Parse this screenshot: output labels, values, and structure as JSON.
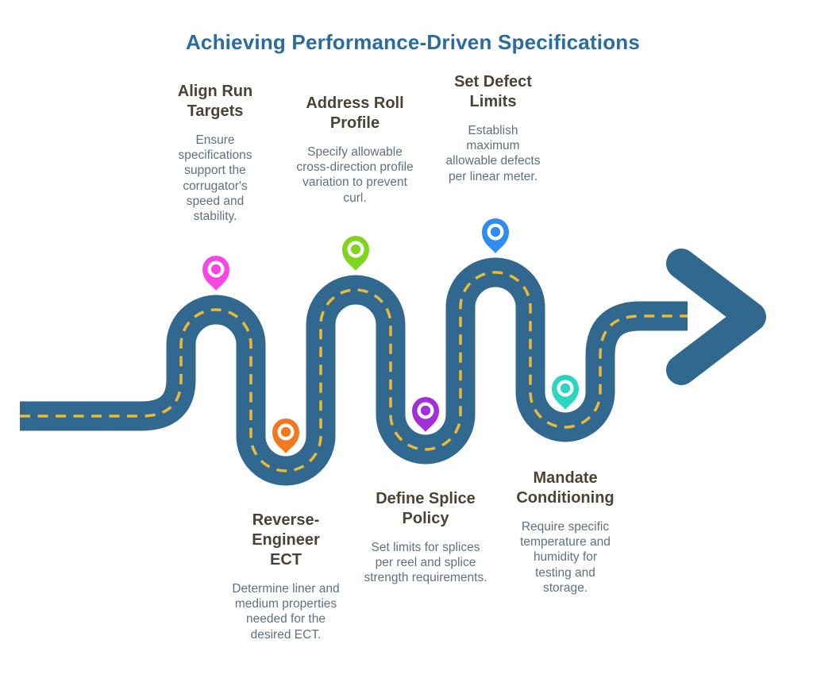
{
  "title": "Achieving Performance-Driven Specifications",
  "title_color": "#2B6C9E",
  "road": {
    "color": "#316890",
    "dash_color": "#E9B937"
  },
  "steps": [
    {
      "id": "align-run-targets",
      "title": "Align Run Targets",
      "description": "Ensure specifications support the corrugator's speed and stability.",
      "pin_color": "#F945E4",
      "position": "top"
    },
    {
      "id": "reverse-engineer-ect",
      "title": "Reverse-Engineer ECT",
      "description": "Determine liner and medium properties needed for the desired ECT.",
      "pin_color": "#F0791F",
      "position": "bottom"
    },
    {
      "id": "address-roll-profile",
      "title": "Address Roll Profile",
      "description": "Specify allowable cross-direction profile variation to prevent curl.",
      "pin_color": "#80D420",
      "position": "top"
    },
    {
      "id": "define-splice-policy",
      "title": "Define Splice Policy",
      "description": "Set limits for splices per reel and splice strength requirements.",
      "pin_color": "#A32FD9",
      "position": "bottom"
    },
    {
      "id": "set-defect-limits",
      "title": "Set Defect Limits",
      "description": "Establish maximum allowable defects per linear meter.",
      "pin_color": "#2F8DF0",
      "position": "top"
    },
    {
      "id": "mandate-conditioning",
      "title": "Mandate Conditioning",
      "description": "Require specific temperature and humidity for testing and storage.",
      "pin_color": "#2BD6BE",
      "position": "bottom"
    }
  ]
}
